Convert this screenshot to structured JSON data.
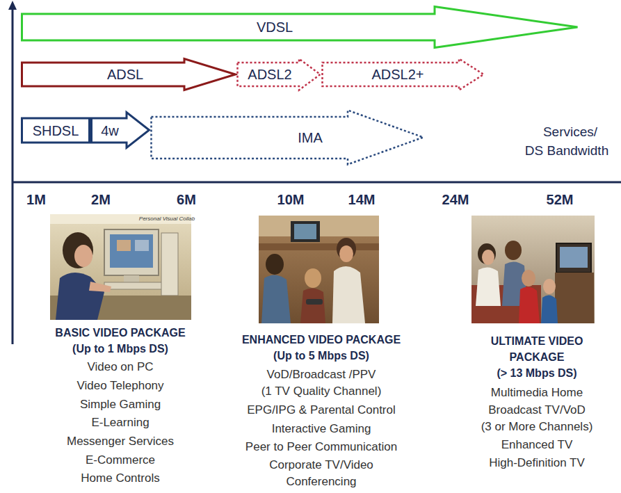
{
  "diagram": {
    "nodes": [
      {
        "text": [
          "VDSL"
        ]
      },
      {
        "text": [
          "ADSL"
        ]
      },
      {
        "text": [
          "ADSL2"
        ]
      },
      {
        "text": [
          "ADSL2+"
        ]
      },
      {
        "text": [
          "SHDSL"
        ]
      },
      {
        "text": [
          "4w"
        ]
      },
      {
        "text": [
          "IMA"
        ]
      }
    ],
    "labels": [
      "1M",
      "2M",
      "6M",
      "10M",
      "14M",
      "24M",
      "52M",
      "Services/",
      "DS Bandwidth",
      "Personal Visual Collab",
      "BASIC VIDEO PACKAGE",
      "(Up to 1 Mbps DS)",
      "Video on PC",
      "Video Telephony",
      "Simple Gaming",
      "E-Learning",
      "Messenger Services",
      "E-Commerce",
      "Home Controls",
      "ENHANCED VIDEO PACKAGE",
      "(Up to 5 Mbps DS)",
      "VoD/Broadcast /PPV",
      "(1 TV Quality Channel)",
      "EPG/IPG & Parental Control",
      "Interactive Gaming",
      "Peer to Peer Communication",
      "Corporate TV/Video",
      "Conferencing",
      "ULTIMATE VIDEO",
      "PACKAGE",
      "(> 13 Mbps DS)",
      "Multimedia Home",
      "Broadcast TV/VoD",
      "(3 or More Channels)",
      "Enhanced TV",
      "High-Definition TV"
    ]
  }
}
